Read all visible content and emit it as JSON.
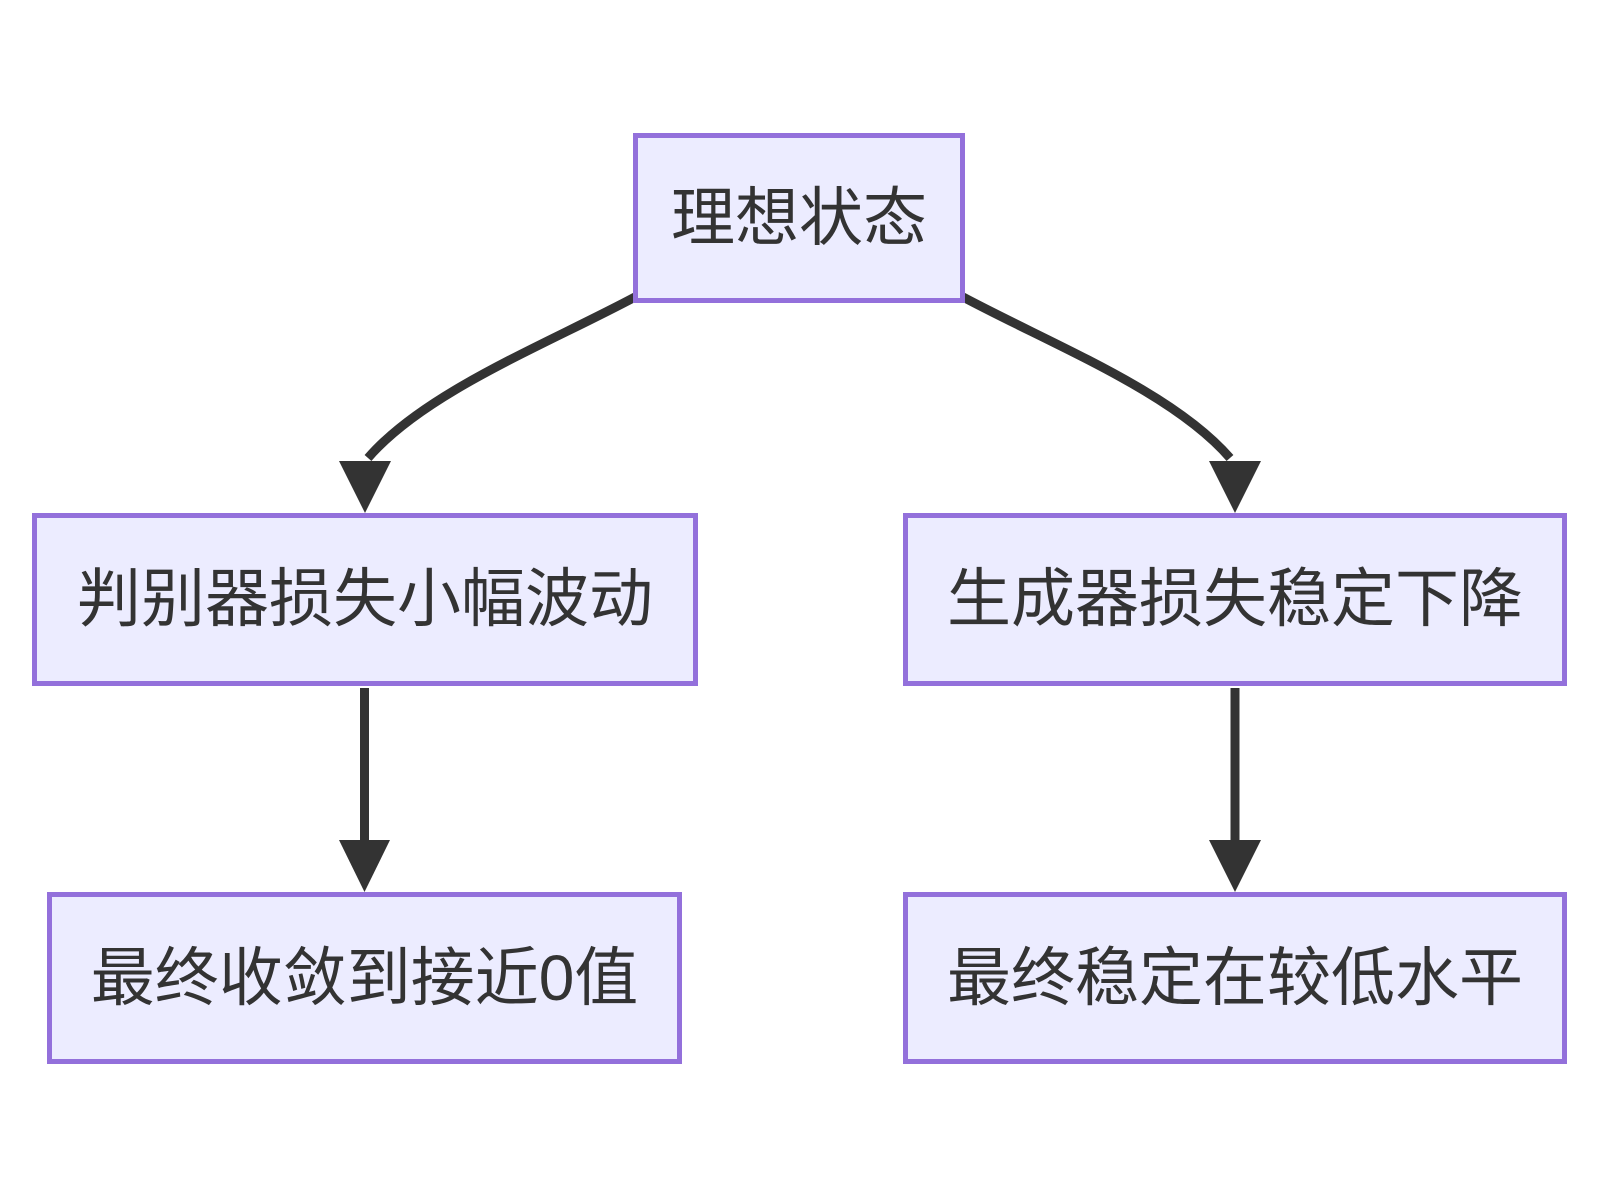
{
  "diagram": {
    "type": "flowchart-top-down",
    "nodes": {
      "root": {
        "label": "理想状态"
      },
      "disc": {
        "label": "判别器损失小幅波动"
      },
      "gen": {
        "label": "生成器损失稳定下降"
      },
      "disc_result": {
        "label": "最终收敛到接近0值"
      },
      "gen_result": {
        "label": "最终稳定在较低水平"
      }
    },
    "edges": [
      {
        "from": "root",
        "to": "disc"
      },
      {
        "from": "root",
        "to": "gen"
      },
      {
        "from": "disc",
        "to": "disc_result"
      },
      {
        "from": "gen",
        "to": "gen_result"
      }
    ],
    "colors": {
      "node_fill": "#ECECFF",
      "node_border": "#9370DB",
      "edge": "#333333",
      "text": "#333333",
      "background": "#FFFFFF"
    }
  }
}
